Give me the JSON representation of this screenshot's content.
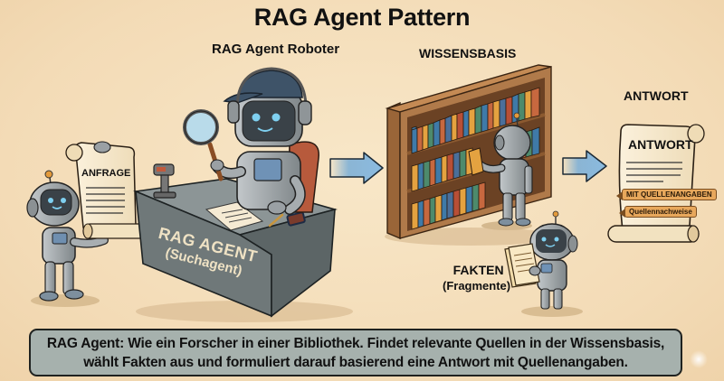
{
  "title": "RAG Agent Pattern",
  "labels": {
    "robot": "RAG Agent Roboter",
    "knowledge_base": "WISSENSBASIS",
    "answer": "ANTWORT",
    "facts": "FAKTEN",
    "facts_sub": "(Fragmente)"
  },
  "query_scroll": {
    "text": "ANFRAGE"
  },
  "desk": {
    "line1": "RAG AGENT",
    "line2": "(Suchagent)"
  },
  "answer_scroll": {
    "heading": "ANTWORT",
    "tags": [
      "MIT QUELLENANGABEN",
      "Quellennachweise"
    ]
  },
  "caption": {
    "line1": "RAG Agent: Wie ein Forscher in einer Bibliothek. Findet relevante Quellen in der Wissensbasis,",
    "line2": "wählt Fakten aus und formuliert darauf basierend eine Antwort mit Quellenangaben."
  },
  "colors": {
    "background": "#f4dfbd",
    "arrow": "#7fb0d6",
    "robot_metal": "#9aa0a4",
    "robot_face": "#3a4248",
    "robot_eyes": "#7fd0f0",
    "desk": "#7a8384",
    "shelf": "#b07a4a",
    "caption_bg": "#a6b1ad",
    "tag": "#e8a85c"
  },
  "icons": [
    "robot-icon",
    "magnifier-icon",
    "scanner-icon",
    "bookshelf-icon",
    "scroll-icon",
    "arrow-right-icon",
    "document-stack-icon",
    "sparkle-icon"
  ]
}
